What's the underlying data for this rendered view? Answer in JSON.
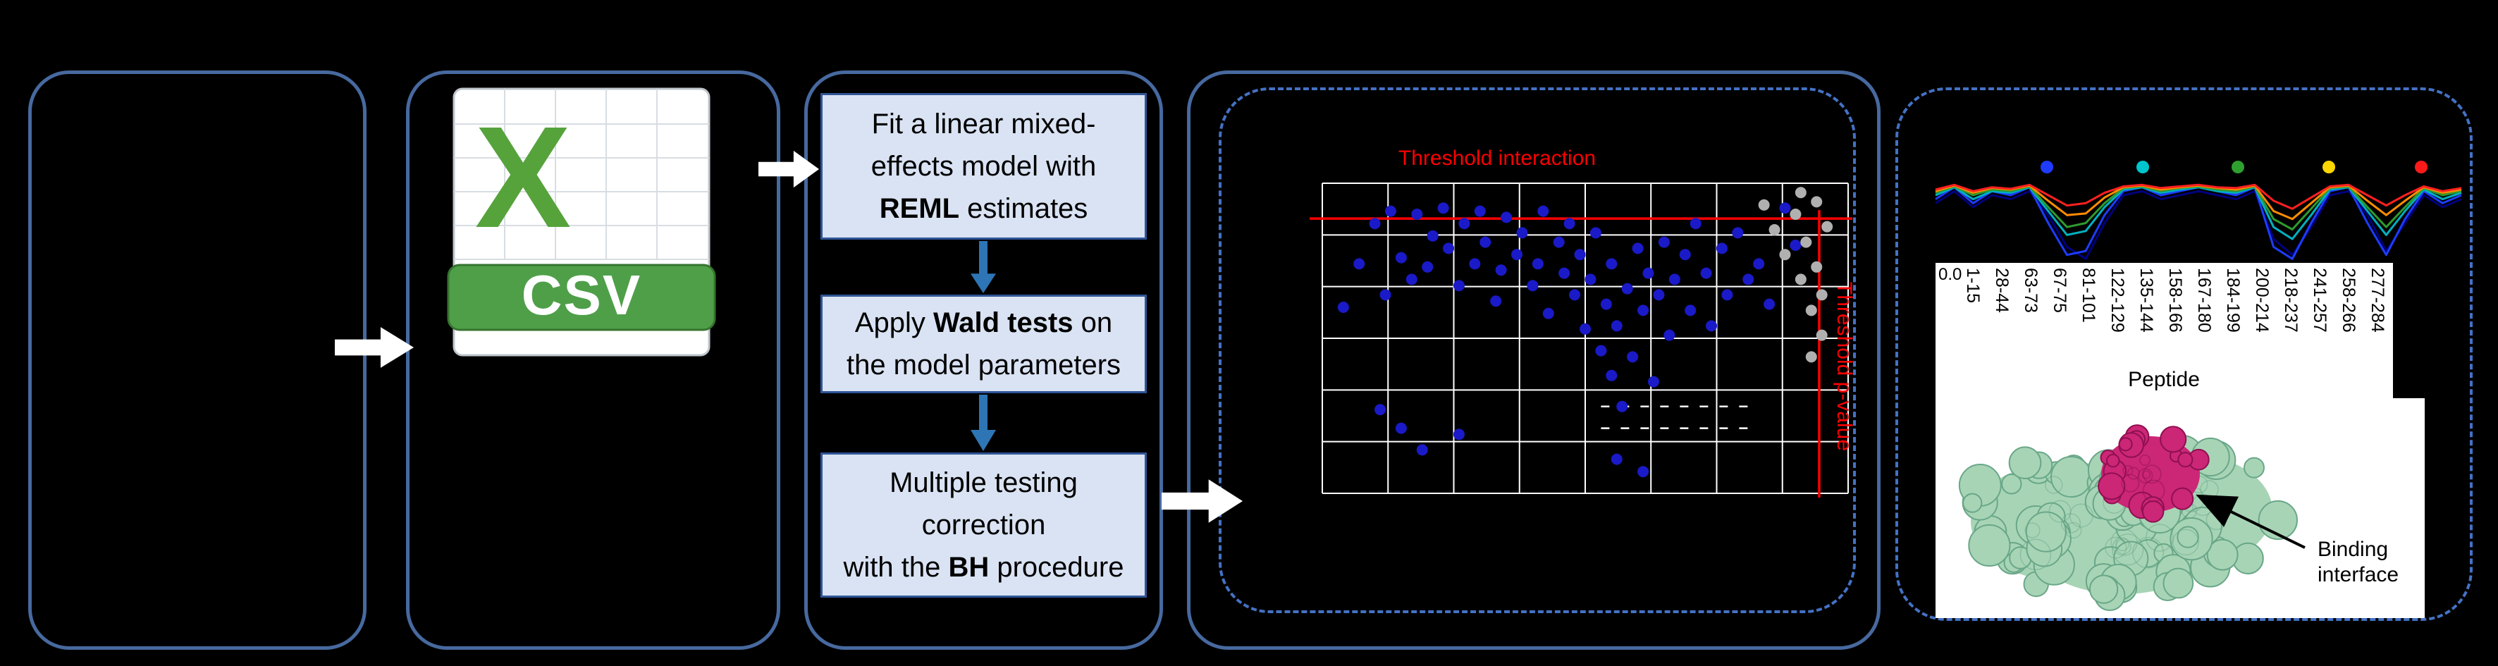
{
  "canvas": {
    "bg": "#000000"
  },
  "csv_icon": {
    "letter": "X",
    "label": "CSV",
    "green": "#4f9f49"
  },
  "steps": {
    "box1": {
      "l1": "Fit a linear mixed-",
      "l2": "effects model with",
      "l3b": "REML",
      "l3a": " estimates"
    },
    "box2": {
      "l1a": "Apply ",
      "l1b": "Wald tests",
      "l1c": " on",
      "l2": "the model parameters"
    },
    "box3": {
      "l1": "Multiple testing",
      "l2": "correction",
      "l3a": "with the ",
      "l3b": "BH",
      "l3c": " procedure"
    }
  },
  "scatter_plot": {
    "type": "scatter",
    "title": "Threshold interaction",
    "right_label": "Threshold p-value",
    "grid": {
      "cols": 8,
      "rows": 6,
      "color": "#ffffff"
    },
    "threshold_color": "#ff0000",
    "threshold_h_pct": 11.4,
    "threshold_v_pct": 94.5,
    "point_color_sig": "#1a1ac8",
    "point_color_ns": "#b0b0b0",
    "inner_dashes": {
      "x1_pct": 53,
      "x2_pct": 82,
      "y_pcts": [
        72,
        79
      ]
    },
    "points_blue": [
      [
        4,
        40
      ],
      [
        7,
        26
      ],
      [
        10,
        13
      ],
      [
        12,
        36
      ],
      [
        13,
        9
      ],
      [
        15,
        24
      ],
      [
        17,
        31
      ],
      [
        18,
        10
      ],
      [
        20,
        27
      ],
      [
        21,
        17
      ],
      [
        23,
        8
      ],
      [
        24,
        21
      ],
      [
        26,
        33
      ],
      [
        27,
        13
      ],
      [
        29,
        26
      ],
      [
        30,
        9
      ],
      [
        31,
        19
      ],
      [
        33,
        38
      ],
      [
        34,
        28
      ],
      [
        35,
        11
      ],
      [
        37,
        23
      ],
      [
        38,
        16
      ],
      [
        40,
        33
      ],
      [
        41,
        26
      ],
      [
        42,
        9
      ],
      [
        43,
        42
      ],
      [
        45,
        19
      ],
      [
        46,
        29
      ],
      [
        47,
        13
      ],
      [
        48,
        36
      ],
      [
        49,
        23
      ],
      [
        50,
        47
      ],
      [
        51,
        31
      ],
      [
        52,
        16
      ],
      [
        53,
        54
      ],
      [
        54,
        39
      ],
      [
        55,
        62
      ],
      [
        55,
        26
      ],
      [
        56,
        46
      ],
      [
        57,
        72
      ],
      [
        58,
        34
      ],
      [
        59,
        56
      ],
      [
        60,
        21
      ],
      [
        61,
        41
      ],
      [
        62,
        29
      ],
      [
        63,
        64
      ],
      [
        64,
        36
      ],
      [
        65,
        19
      ],
      [
        66,
        49
      ],
      [
        67,
        31
      ],
      [
        69,
        23
      ],
      [
        70,
        41
      ],
      [
        71,
        13
      ],
      [
        73,
        29
      ],
      [
        74,
        46
      ],
      [
        76,
        21
      ],
      [
        77,
        36
      ],
      [
        79,
        16
      ],
      [
        81,
        31
      ],
      [
        83,
        26
      ],
      [
        85,
        39
      ],
      [
        15,
        79
      ],
      [
        19,
        86
      ],
      [
        11,
        73
      ],
      [
        26,
        81
      ],
      [
        56,
        89
      ],
      [
        61,
        93
      ],
      [
        88,
        8
      ],
      [
        90,
        20
      ]
    ],
    "points_gray": [
      [
        84,
        7
      ],
      [
        86,
        15
      ],
      [
        88,
        23
      ],
      [
        90,
        10
      ],
      [
        91,
        31
      ],
      [
        92,
        19
      ],
      [
        93,
        41
      ],
      [
        94,
        6
      ],
      [
        94,
        27
      ],
      [
        95,
        49
      ],
      [
        96,
        14
      ],
      [
        93,
        56
      ],
      [
        91,
        3
      ],
      [
        95,
        36
      ]
    ]
  },
  "profile_plot": {
    "type": "line",
    "legend_colors": [
      "#1f3bff",
      "#00c5cd",
      "#2ea02e",
      "#ffd700",
      "#ff1a1a"
    ],
    "series": [
      {
        "color": "#000080",
        "values": [
          0.75,
          0.9,
          0.7,
          0.85,
          0.8,
          0.9,
          0.6,
          0.2,
          0.05,
          0.5,
          0.85,
          0.9,
          0.8,
          0.85,
          0.9,
          0.85,
          0.8,
          0.9,
          0.3,
          0.1,
          0.45,
          0.85,
          0.9,
          0.6,
          0.15,
          0.5,
          0.85,
          0.7,
          0.8
        ]
      },
      {
        "color": "#1e3cff",
        "values": [
          0.8,
          0.95,
          0.75,
          0.9,
          0.85,
          0.95,
          0.5,
          0.1,
          0.15,
          0.6,
          0.9,
          0.95,
          0.85,
          0.9,
          0.95,
          0.9,
          0.85,
          0.95,
          0.2,
          0.05,
          0.5,
          0.9,
          0.95,
          0.5,
          0.1,
          0.55,
          0.9,
          0.75,
          0.85
        ]
      },
      {
        "color": "#00b0c0",
        "values": [
          0.85,
          0.95,
          0.8,
          0.9,
          0.88,
          0.95,
          0.65,
          0.35,
          0.4,
          0.7,
          0.92,
          0.95,
          0.88,
          0.92,
          0.95,
          0.9,
          0.88,
          0.95,
          0.45,
          0.3,
          0.6,
          0.92,
          0.95,
          0.65,
          0.35,
          0.65,
          0.92,
          0.8,
          0.88
        ]
      },
      {
        "color": "#2e9b2e",
        "values": [
          0.88,
          0.96,
          0.85,
          0.92,
          0.9,
          0.96,
          0.7,
          0.45,
          0.5,
          0.75,
          0.94,
          0.96,
          0.9,
          0.94,
          0.96,
          0.92,
          0.9,
          0.96,
          0.55,
          0.42,
          0.68,
          0.94,
          0.96,
          0.7,
          0.45,
          0.7,
          0.94,
          0.85,
          0.9
        ]
      },
      {
        "color": "#ff8c00",
        "values": [
          0.9,
          0.97,
          0.88,
          0.94,
          0.92,
          0.97,
          0.78,
          0.6,
          0.62,
          0.82,
          0.95,
          0.97,
          0.92,
          0.95,
          0.97,
          0.94,
          0.92,
          0.97,
          0.65,
          0.55,
          0.75,
          0.95,
          0.97,
          0.78,
          0.6,
          0.78,
          0.95,
          0.88,
          0.92
        ]
      },
      {
        "color": "#ff2020",
        "values": [
          0.92,
          0.98,
          0.9,
          0.95,
          0.93,
          0.98,
          0.85,
          0.72,
          0.75,
          0.88,
          0.96,
          0.98,
          0.94,
          0.96,
          0.98,
          0.95,
          0.94,
          0.98,
          0.78,
          0.68,
          0.82,
          0.96,
          0.98,
          0.85,
          0.72,
          0.85,
          0.96,
          0.9,
          0.94
        ]
      }
    ]
  },
  "peptide_axis": {
    "ytick": "0.0",
    "labels": [
      "1-15",
      "28-44",
      "63-73",
      "67-75",
      "81-101",
      "122-129",
      "135-144",
      "158-166",
      "167-180",
      "184-199",
      "200-214",
      "218-237",
      "241-257",
      "258-266",
      "277-284"
    ],
    "xlabel": "Peptide"
  },
  "protein": {
    "label_line1": "Binding",
    "label_line2": "interface",
    "surface_color": "#a8d4b6",
    "surface_edge": "#69a788",
    "interface_color": "#cc2677",
    "interface_edge": "#8e1050"
  }
}
